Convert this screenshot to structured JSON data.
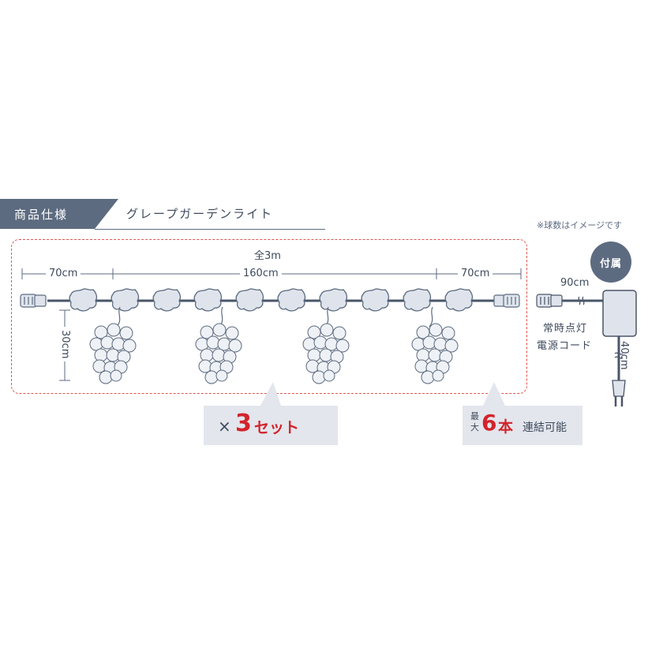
{
  "header": {
    "tag_label": "商品仕様",
    "title": "グレープガーデンライト"
  },
  "note": "※球数はイメージです",
  "dimensions": {
    "total": "全3m",
    "left_lead": "70cm",
    "middle": "160cm",
    "right_lead": "70cm",
    "drop": "30cm"
  },
  "callouts": {
    "sets_prefix": "×",
    "sets_number": "3",
    "sets_word": "セット",
    "max_top": "最",
    "max_bottom": "大",
    "link_number": "6",
    "link_unit": "本",
    "link_word": "連結可能"
  },
  "accessory": {
    "badge": "付属",
    "cord_upper": "90cm",
    "cord_name_line1": "常時点灯",
    "cord_name_line2": "電源コード",
    "cord_lower": "40cm"
  },
  "colors": {
    "navy": "#5d6b80",
    "cable": "#4a5568",
    "leaf_fill": "#dfe4ec",
    "red": "#d3232b",
    "dash": "#e3544c",
    "callout_bg": "#e3e6ec"
  }
}
